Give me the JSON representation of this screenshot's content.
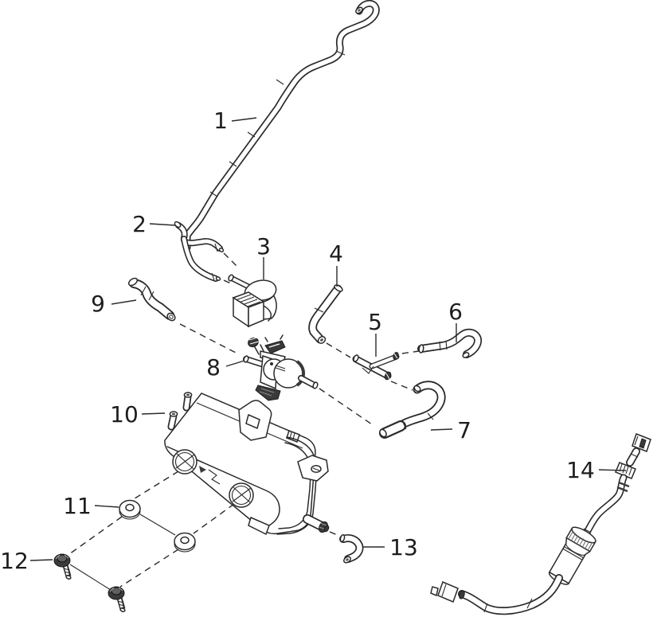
{
  "diagram": {
    "type": "exploded-parts-diagram",
    "background_color": "#ffffff",
    "line_color": "#2a2a2a",
    "callouts": [
      {
        "label": "1"
      },
      {
        "label": "2"
      },
      {
        "label": "3"
      },
      {
        "label": "4"
      },
      {
        "label": "5"
      },
      {
        "label": "6"
      },
      {
        "label": "7"
      },
      {
        "label": "8"
      },
      {
        "label": "9"
      },
      {
        "label": "10"
      },
      {
        "label": "11"
      },
      {
        "label": "12"
      },
      {
        "label": "13"
      },
      {
        "label": "14"
      }
    ]
  }
}
